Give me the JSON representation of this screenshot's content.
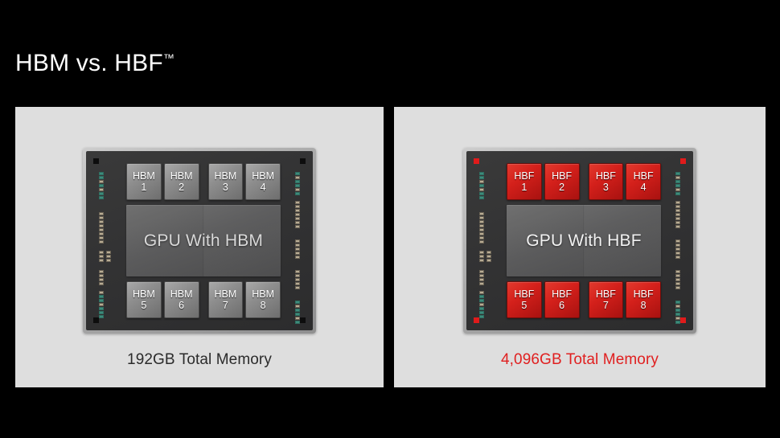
{
  "slide": {
    "title_main": "HBM vs. HBF",
    "title_tm": "™",
    "background_color": "#000000"
  },
  "panels": [
    {
      "id": "hbm",
      "background_color": "#dedede",
      "package": {
        "substrate_color": "#a9a9a9",
        "board_color": "#333334",
        "fiducial_color": "#0d0d0d",
        "gpu_label": "GPU With HBM",
        "die_color": "#8e8e8e",
        "memory_dies_top": [
          {
            "name": "HBM",
            "index": "1"
          },
          {
            "name": "HBM",
            "index": "2"
          },
          {
            "name": "HBM",
            "index": "3"
          },
          {
            "name": "HBM",
            "index": "4"
          }
        ],
        "memory_dies_bottom": [
          {
            "name": "HBM",
            "index": "5"
          },
          {
            "name": "HBM",
            "index": "6"
          },
          {
            "name": "HBM",
            "index": "7"
          },
          {
            "name": "HBM",
            "index": "8"
          }
        ]
      },
      "caption": "192GB Total Memory",
      "caption_color": "#2b2b2b"
    },
    {
      "id": "hbf",
      "background_color": "#dedede",
      "package": {
        "substrate_color": "#a9a9a9",
        "board_color": "#333334",
        "fiducial_color": "#e01b1b",
        "gpu_label": "GPU With HBF",
        "die_color": "#d4201b",
        "memory_dies_top": [
          {
            "name": "HBF",
            "index": "1"
          },
          {
            "name": "HBF",
            "index": "2"
          },
          {
            "name": "HBF",
            "index": "3"
          },
          {
            "name": "HBF",
            "index": "4"
          }
        ],
        "memory_dies_bottom": [
          {
            "name": "HBF",
            "index": "5"
          },
          {
            "name": "HBF",
            "index": "6"
          },
          {
            "name": "HBF",
            "index": "7"
          },
          {
            "name": "HBF",
            "index": "8"
          }
        ]
      },
      "caption": "4,096GB Total Memory",
      "caption_color": "#e02020"
    }
  ]
}
